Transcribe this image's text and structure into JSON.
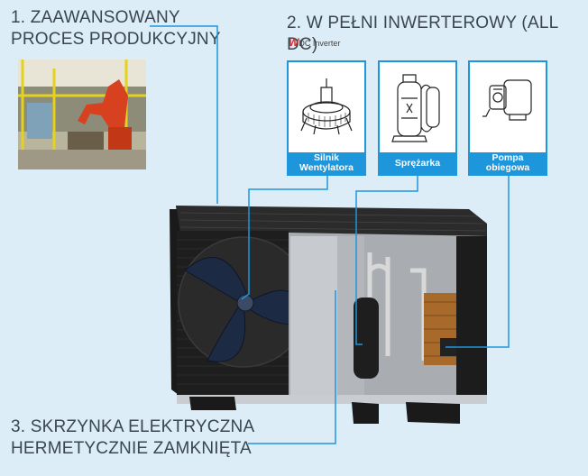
{
  "headings": {
    "h1_line1": "1. ZAAWANSOWANY",
    "h1_line2": "PROCES PRODUKCYJNY",
    "h2": "2. W PEŁNI INWERTEROWY (ALL DC)",
    "h3_line1": "3. SKRZYNKA ELEKTRYCZNA",
    "h3_line2": "HERMETYCZNIE ZAMKNIĘTA"
  },
  "logo": {
    "mark": "W",
    "text": "DC Inverter"
  },
  "cards": [
    {
      "line1": "Silnik",
      "line2": "Wentylatora",
      "icon": "fan-motor-icon"
    },
    {
      "line1": "Sprężarka",
      "line2": "",
      "icon": "compressor-icon"
    },
    {
      "line1": "Pompa",
      "line2": "obiegowa",
      "icon": "circulation-pump-icon"
    }
  ],
  "colors": {
    "accent": "#1d96dc",
    "background": "#dcedf8",
    "text": "#3a4550",
    "logo_red": "#d0302f"
  }
}
